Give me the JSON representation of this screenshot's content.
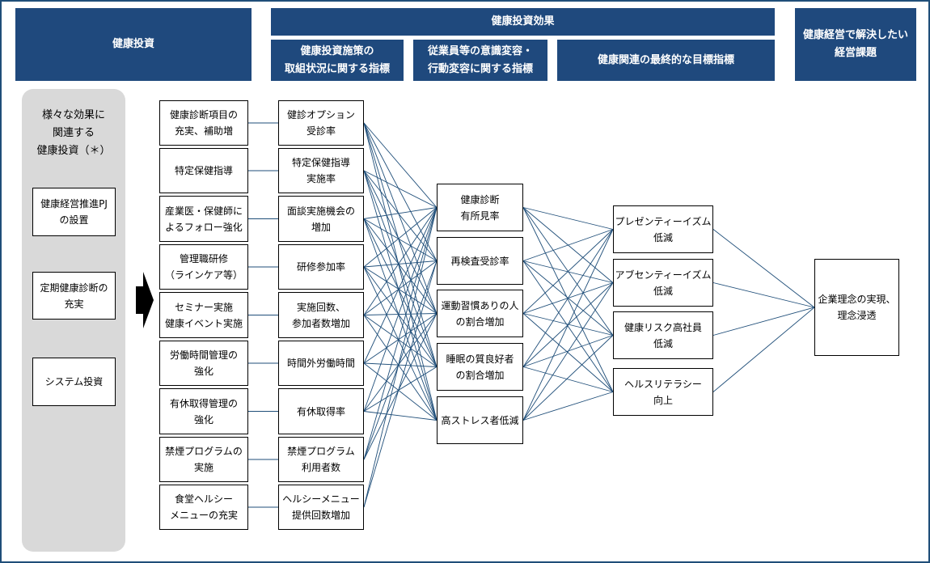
{
  "headers": {
    "kenko_toshi": "健康投資",
    "kenko_toshi_koka": "健康投資効果",
    "kadai": "健康経営で解決したい\n経営課題",
    "sub1": "健康投資施策の\n取組状況に関する指標",
    "sub2": "従業員等の意識変容・\n行動変容に関する指標",
    "sub3": "健康関連の最終的な目標指標"
  },
  "left_panel": {
    "title": "様々な効果に\n関連する\n健康投資（＊）",
    "items": [
      "健康経営推進PJ\nの設置",
      "定期健康診断の\n充実",
      "システム投資"
    ]
  },
  "investments": [
    "健康診断項目の\n充実、補助増",
    "特定保健指導",
    "産業医・保健師に\nよるフォロー強化",
    "管理職研修\n（ラインケア等）",
    "セミナー実施\n健康イベント実施",
    "労働時間管理の\n強化",
    "有休取得管理の\n強化",
    "禁煙プログラムの\n実施",
    "食堂ヘルシー\nメニューの充実"
  ],
  "measures": [
    "健診オプション\n受診率",
    "特定保健指導\n実施率",
    "面談実施機会の\n増加",
    "研修参加率",
    "実施回数、\n参加者数増加",
    "時間外労働時間",
    "有休取得率",
    "禁煙プログラム\n利用者数",
    "ヘルシーメニュー\n提供回数増加"
  ],
  "behaviors": [
    "健康診断\n有所見率",
    "再検査受診率",
    "運動習慣ありの人\nの割合増加",
    "睡眠の質良好者\nの割合増加",
    "高ストレス者低減"
  ],
  "goals": [
    "プレゼンティーイズム\n低減",
    "アブセンティーイズム\n低減",
    "健康リスク高社員\n低減",
    "ヘルスリテラシー\n向上"
  ],
  "outcome": "企業理念の実現、\n理念浸透",
  "colors": {
    "header_bg": "#1f497d",
    "line": "#1f4e79",
    "panel_bg": "#d9d9d9"
  },
  "links_measure_behavior": [
    [
      0,
      0
    ],
    [
      0,
      1
    ],
    [
      0,
      2
    ],
    [
      0,
      3
    ],
    [
      0,
      4
    ],
    [
      1,
      0
    ],
    [
      1,
      1
    ],
    [
      1,
      2
    ],
    [
      1,
      3
    ],
    [
      1,
      4
    ],
    [
      2,
      0
    ],
    [
      2,
      1
    ],
    [
      2,
      2
    ],
    [
      2,
      3
    ],
    [
      2,
      4
    ],
    [
      3,
      0
    ],
    [
      3,
      1
    ],
    [
      3,
      2
    ],
    [
      3,
      3
    ],
    [
      3,
      4
    ],
    [
      4,
      0
    ],
    [
      4,
      1
    ],
    [
      4,
      2
    ],
    [
      4,
      3
    ],
    [
      4,
      4
    ],
    [
      5,
      0
    ],
    [
      5,
      2
    ],
    [
      5,
      3
    ],
    [
      5,
      4
    ],
    [
      6,
      0
    ],
    [
      6,
      2
    ],
    [
      6,
      3
    ],
    [
      6,
      4
    ],
    [
      7,
      0
    ],
    [
      7,
      1
    ],
    [
      7,
      2
    ],
    [
      8,
      0
    ],
    [
      8,
      1
    ]
  ],
  "links_behavior_goal": [
    [
      0,
      0
    ],
    [
      0,
      1
    ],
    [
      0,
      2
    ],
    [
      0,
      3
    ],
    [
      1,
      0
    ],
    [
      1,
      1
    ],
    [
      1,
      2
    ],
    [
      1,
      3
    ],
    [
      2,
      0
    ],
    [
      2,
      1
    ],
    [
      2,
      2
    ],
    [
      2,
      3
    ],
    [
      3,
      0
    ],
    [
      3,
      1
    ],
    [
      3,
      2
    ],
    [
      3,
      3
    ],
    [
      4,
      0
    ],
    [
      4,
      1
    ],
    [
      4,
      2
    ],
    [
      4,
      3
    ]
  ]
}
